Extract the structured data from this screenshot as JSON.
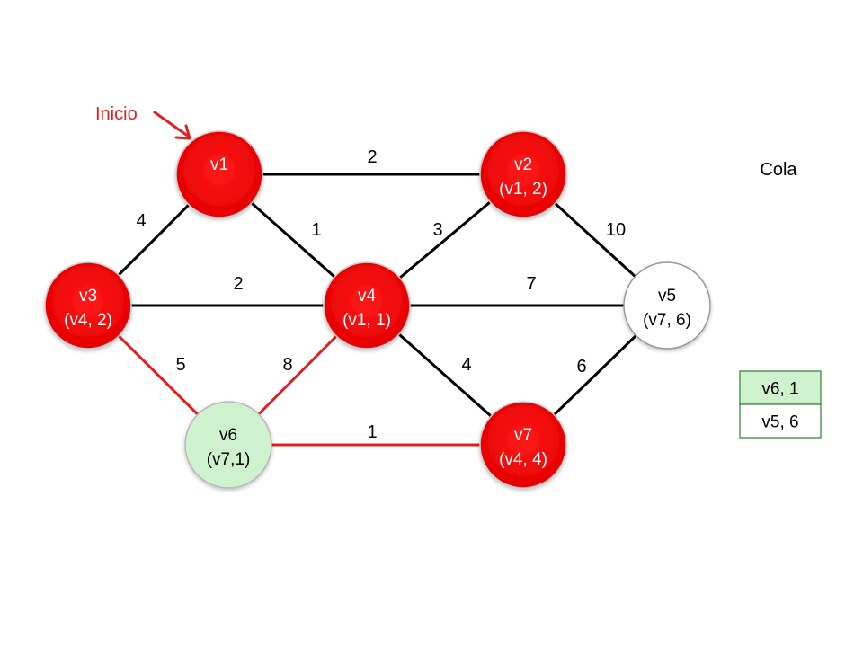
{
  "start_label": "Inicio",
  "queue_title": "Cola",
  "queue_items": [
    "v6, 1",
    "v5, 6"
  ],
  "colors": {
    "visited": "#ff0000",
    "visited_border": "#cccccc",
    "queued": "#cdf2cd",
    "unvisited": "#ffffff",
    "tree_edge": "#e02020",
    "edge": "#000000",
    "annotation": "#e02020",
    "queue_head_fill": "#cdf2cd",
    "queue_border": "#2e7d32"
  },
  "nodes": [
    {
      "id": "v1",
      "name": "v1",
      "label": "",
      "state": "visited"
    },
    {
      "id": "v2",
      "name": "v2",
      "label": "(v1, 2)",
      "state": "visited"
    },
    {
      "id": "v3",
      "name": "v3",
      "label": "(v4, 2)",
      "state": "visited"
    },
    {
      "id": "v4",
      "name": "v4",
      "label": "(v1, 1)",
      "state": "visited"
    },
    {
      "id": "v5",
      "name": "v5",
      "label": "(v7, 6)",
      "state": "unvisited"
    },
    {
      "id": "v6",
      "name": "v6",
      "label": "(v7,1)",
      "state": "queued"
    },
    {
      "id": "v7",
      "name": "v7",
      "label": "(v4, 4)",
      "state": "visited"
    }
  ],
  "edges": [
    {
      "from": "v1",
      "to": "v2",
      "weight": "2",
      "highlight": false
    },
    {
      "from": "v1",
      "to": "v3",
      "weight": "4",
      "highlight": false
    },
    {
      "from": "v1",
      "to": "v4",
      "weight": "1",
      "highlight": false
    },
    {
      "from": "v2",
      "to": "v4",
      "weight": "3",
      "highlight": false
    },
    {
      "from": "v2",
      "to": "v5",
      "weight": "10",
      "highlight": false
    },
    {
      "from": "v3",
      "to": "v4",
      "weight": "2",
      "highlight": false
    },
    {
      "from": "v4",
      "to": "v5",
      "weight": "7",
      "highlight": false
    },
    {
      "from": "v3",
      "to": "v6",
      "weight": "5",
      "highlight": true
    },
    {
      "from": "v4",
      "to": "v6",
      "weight": "8",
      "highlight": true
    },
    {
      "from": "v4",
      "to": "v7",
      "weight": "4",
      "highlight": false
    },
    {
      "from": "v5",
      "to": "v7",
      "weight": "6",
      "highlight": false
    },
    {
      "from": "v6",
      "to": "v7",
      "weight": "1",
      "highlight": true
    }
  ]
}
